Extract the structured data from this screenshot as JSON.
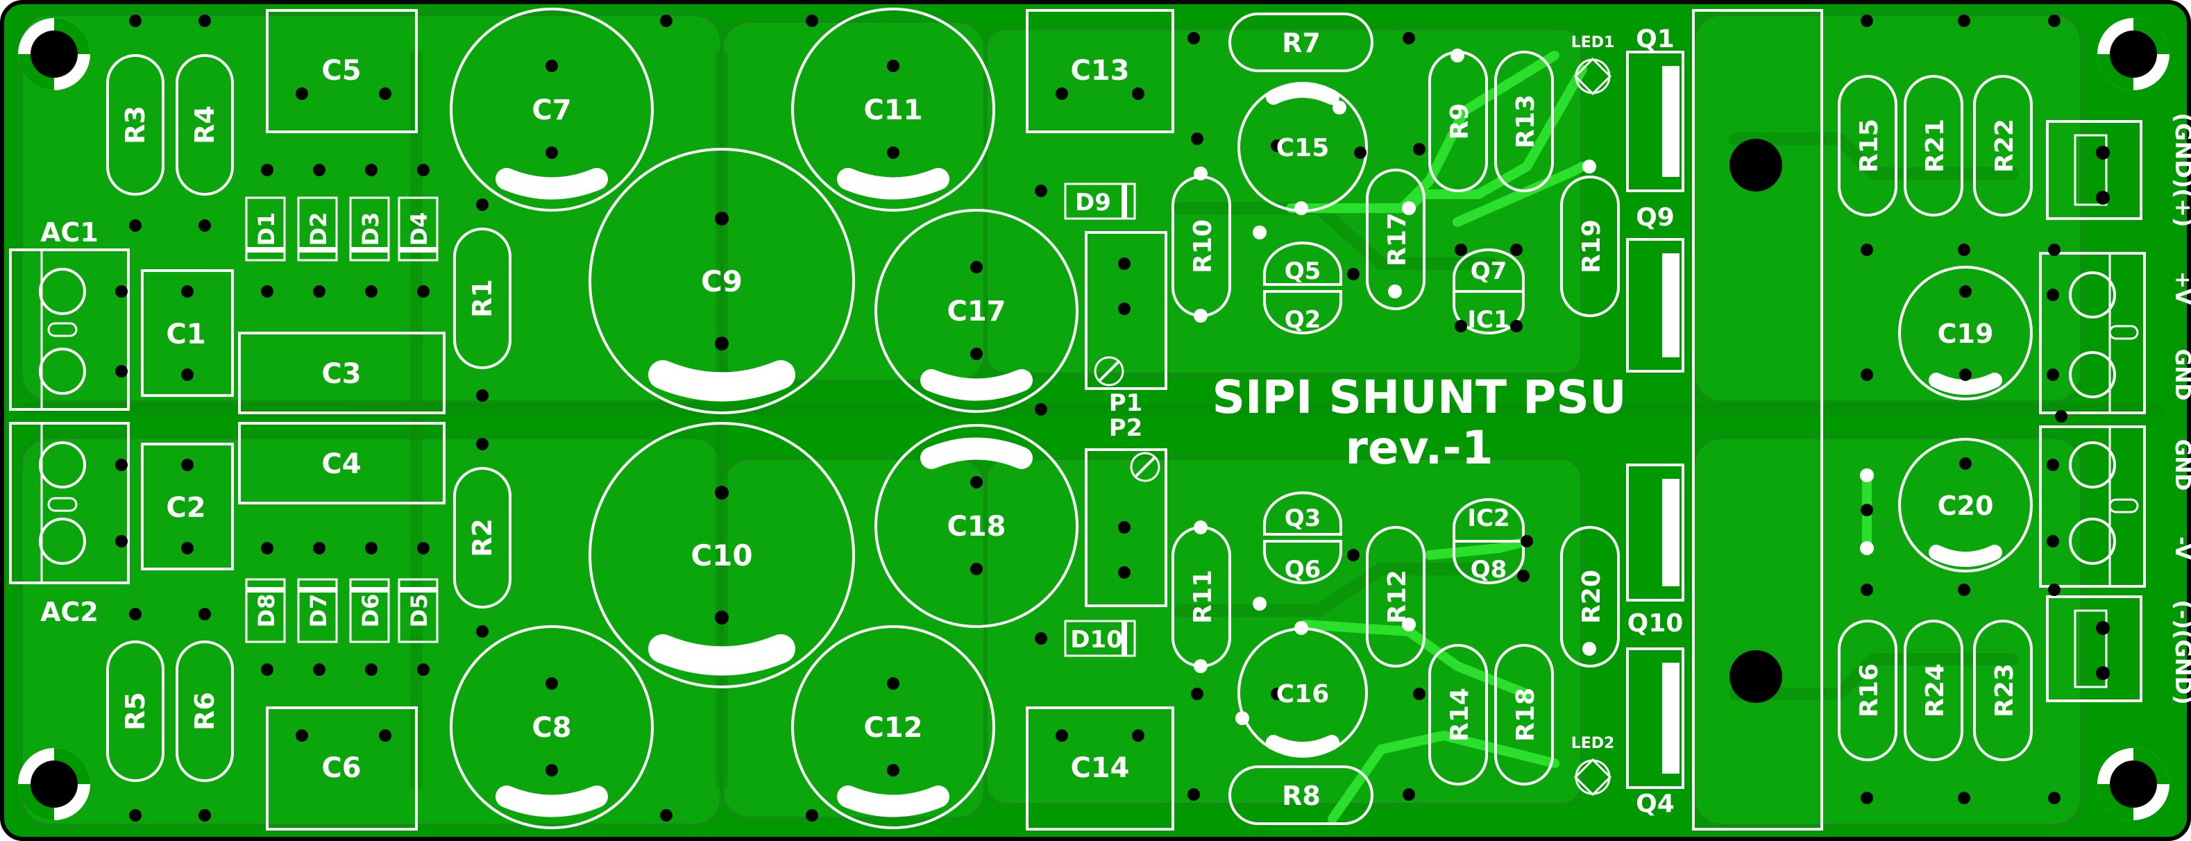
{
  "board": {
    "title": "SIPI SHUNT PSU",
    "revision": "rev.-1",
    "colors": {
      "substrate": "#009900",
      "copper_fill": "#0b9c0b",
      "copper_light": "#22cc22",
      "silk": "#ffffff",
      "outline": "#000000"
    }
  },
  "connectors": {
    "ac1": "AC1",
    "ac2": "AC2",
    "out_pos": "(GND)(+)",
    "out_plus_v": "+V",
    "out_gnd_top": "GND",
    "out_gnd_bottom": "GND",
    "out_minus_v": "-V",
    "out_neg": "(-)(GND)"
  },
  "components": {
    "C1": "C1",
    "C2": "C2",
    "C3": "C3",
    "C4": "C4",
    "C5": "C5",
    "C6": "C6",
    "C7": "C7",
    "C8": "C8",
    "C9": "C9",
    "C10": "C10",
    "C11": "C11",
    "C12": "C12",
    "C13": "C13",
    "C14": "C14",
    "C15": "C15",
    "C16": "C16",
    "C17": "C17",
    "C18": "C18",
    "C19": "C19",
    "C20": "C20",
    "R1": "R1",
    "R2": "R2",
    "R3": "R3",
    "R4": "R4",
    "R5": "R5",
    "R6": "R6",
    "R7": "R7",
    "R8": "R8",
    "R9": "R9",
    "R10": "R10",
    "R11": "R11",
    "R12": "R12",
    "R13": "R13",
    "R14": "R14",
    "R15": "R15",
    "R16": "R16",
    "R17": "R17",
    "R18": "R18",
    "R19": "R19",
    "R20": "R20",
    "R21": "R21",
    "R22": "R22",
    "R23": "R23",
    "R24": "R24",
    "D1": "D1",
    "D2": "D2",
    "D3": "D3",
    "D4": "D4",
    "D5": "D5",
    "D6": "D6",
    "D7": "D7",
    "D8": "D8",
    "D9": "D9",
    "D10": "D10",
    "Q1": "Q1",
    "Q2": "Q2",
    "Q3": "Q3",
    "Q4": "Q4",
    "Q5": "Q5",
    "Q6": "Q6",
    "Q7": "Q7",
    "Q8": "Q8",
    "Q9": "Q9",
    "Q10": "Q10",
    "IC1": "IC1",
    "IC2": "IC2",
    "P1": "P1",
    "P2": "P2",
    "LED1": "LED1",
    "LED2": "LED2"
  }
}
